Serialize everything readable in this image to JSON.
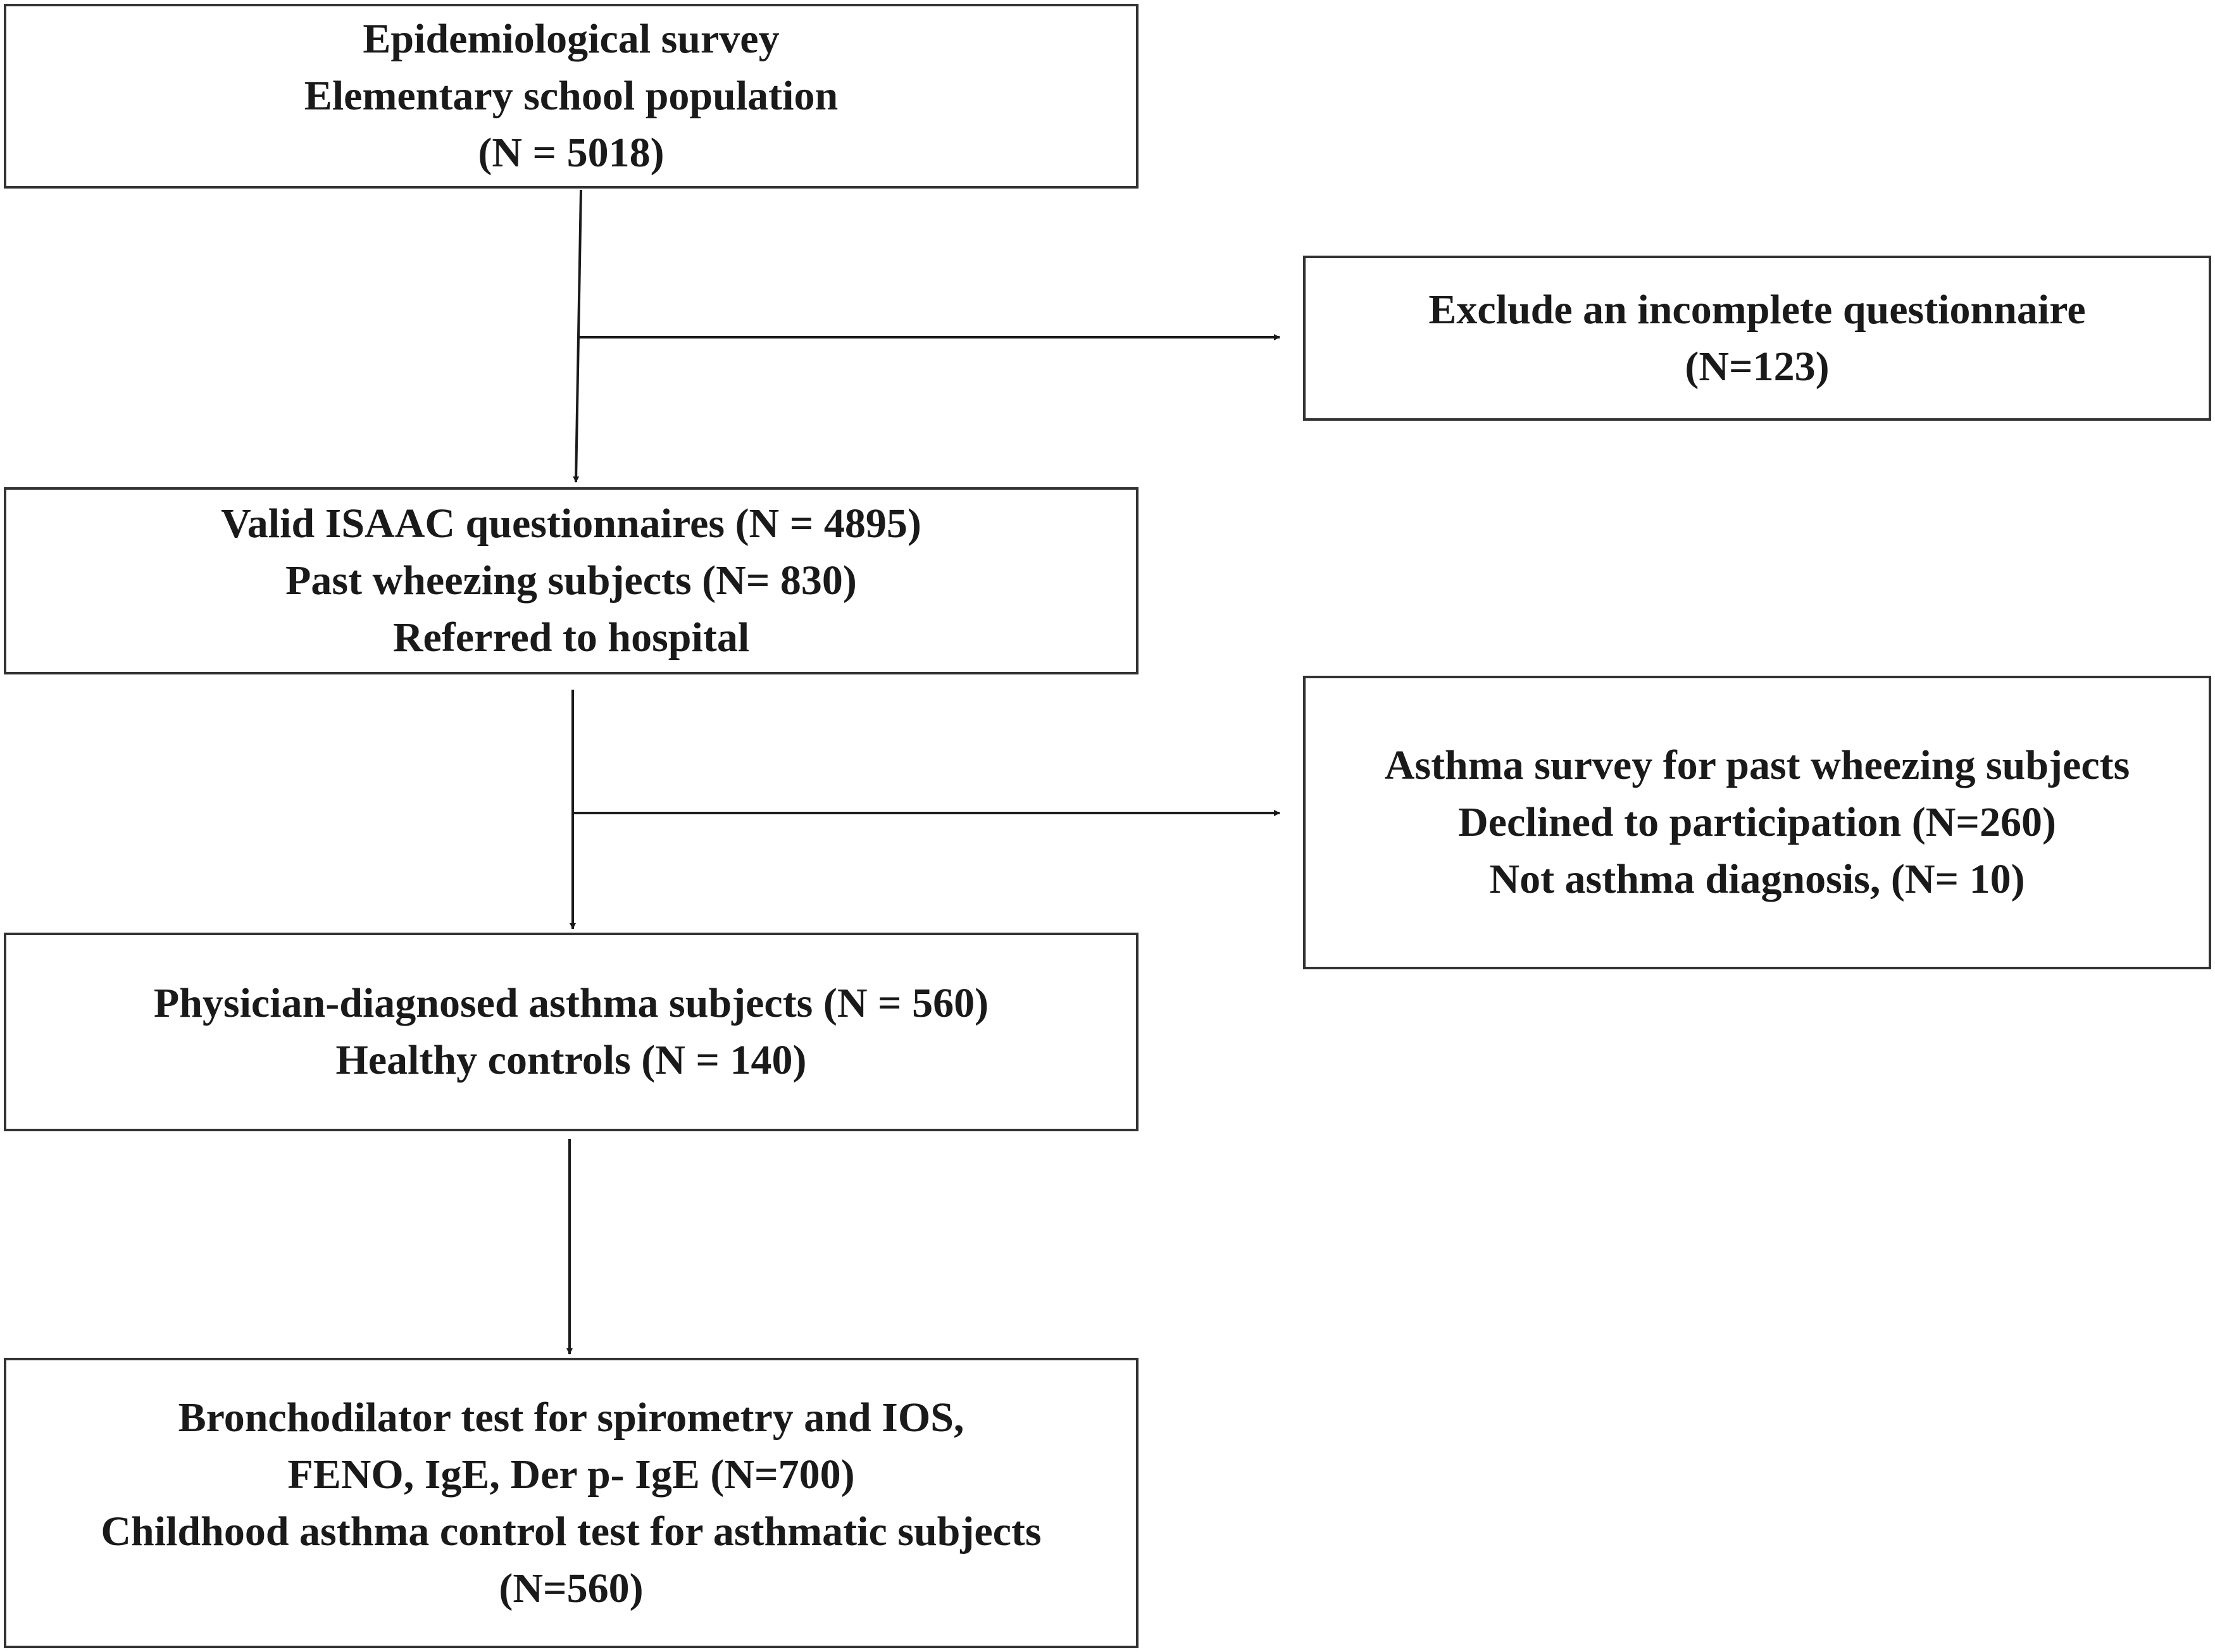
{
  "flowchart": {
    "enrollment": {
      "lines": [
        "Epidemiological survey",
        "Elementary school population",
        "(N = 5018)"
      ]
    },
    "exclusion_incomplete": {
      "lines": [
        "Exclude an incomplete questionnaire",
        "(N=123)"
      ]
    },
    "valid_questionnaires": {
      "lines": [
        "Valid ISAAC questionnaires (N = 4895)",
        "Past wheezing subjects (N= 830)",
        "Referred to hospital"
      ]
    },
    "asthma_survey_exclusion": {
      "lines": [
        "Asthma survey for past wheezing subjects",
        "Declined to participation (N=260)",
        "Not asthma diagnosis, (N= 10)"
      ]
    },
    "diagnosed_subjects": {
      "lines": [
        "Physician-diagnosed asthma subjects (N = 560)",
        "Healthy controls (N = 140)"
      ]
    },
    "testing": {
      "lines": [
        "Bronchodilator test for spirometry and IOS,",
        "FENO, IgE, Der p- IgE (N=700)",
        "Childhood asthma control test for asthmatic subjects",
        "(N=560)"
      ]
    }
  },
  "colors": {
    "border": "#333333",
    "text": "#1a1a1a",
    "arrow": "#1a1a1a",
    "background": "#ffffff"
  }
}
